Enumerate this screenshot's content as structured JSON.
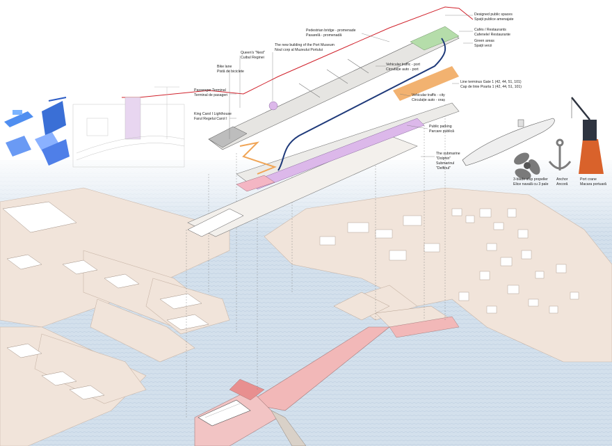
{
  "labels": {
    "public_spaces": [
      "Designed public spaces",
      "Spații publice amenajate"
    ],
    "cafes": [
      "Cafés / Restaurants",
      "Cafenele/ Restaurante"
    ],
    "green": [
      "Green areas",
      "Spații verzi"
    ],
    "bridge": [
      "Pedestrian bridge - promenade",
      "Pasarelă - promenadă"
    ],
    "museum": [
      "The new building of the Port Museum",
      "Noul corp al Muzeului Portului"
    ],
    "nest": [
      "Queen's \"Nest\"",
      "Cuibul Reginei"
    ],
    "bike": [
      "Bike lane",
      "Pistă de biciclete"
    ],
    "passenger": [
      "Passenger Terminal",
      "Terminal de pasageri"
    ],
    "lighthouse": [
      "King Carol I Lighthouse",
      "Farul Regelui Carol I"
    ],
    "vehicular_port": [
      "Vehicular traffic - port",
      "Circulație auto - port"
    ],
    "vehicular_city": [
      "Vehicular traffic - city",
      "Circulație auto - oraș"
    ],
    "line_terminus": [
      "Line terminus Gate 1 (42, 44, 51, 101)",
      "Cap de linie Poarta 1 (42, 44, 51, 101)"
    ],
    "parking": [
      "Public parking",
      "Parcare publică"
    ],
    "submarine": [
      "The submarine",
      "\"Dolphin\"",
      "Submarinul",
      "\"Delfinul\""
    ],
    "propeller": [
      "3-blade ship propeller",
      "Elice navală cu 3 pale"
    ],
    "anchor": [
      "Anchor",
      "Ancoră"
    ],
    "crane": [
      "Port crane",
      "Macara portuară"
    ]
  },
  "colors": {
    "sea": "#c9d9e8",
    "land": "#f3e6dc",
    "pink": "#f0b7b9",
    "orange": "#f0a557",
    "blue": "#1f3a7a",
    "red": "#d0202a",
    "purple": "#d9b8ea",
    "green": "#a9d8a1"
  },
  "icons": [
    "ship-icon",
    "crane-icon",
    "warehouse-icon",
    "propeller-icon",
    "anchor-icon",
    "submarine-icon",
    "port-crane-icon"
  ]
}
